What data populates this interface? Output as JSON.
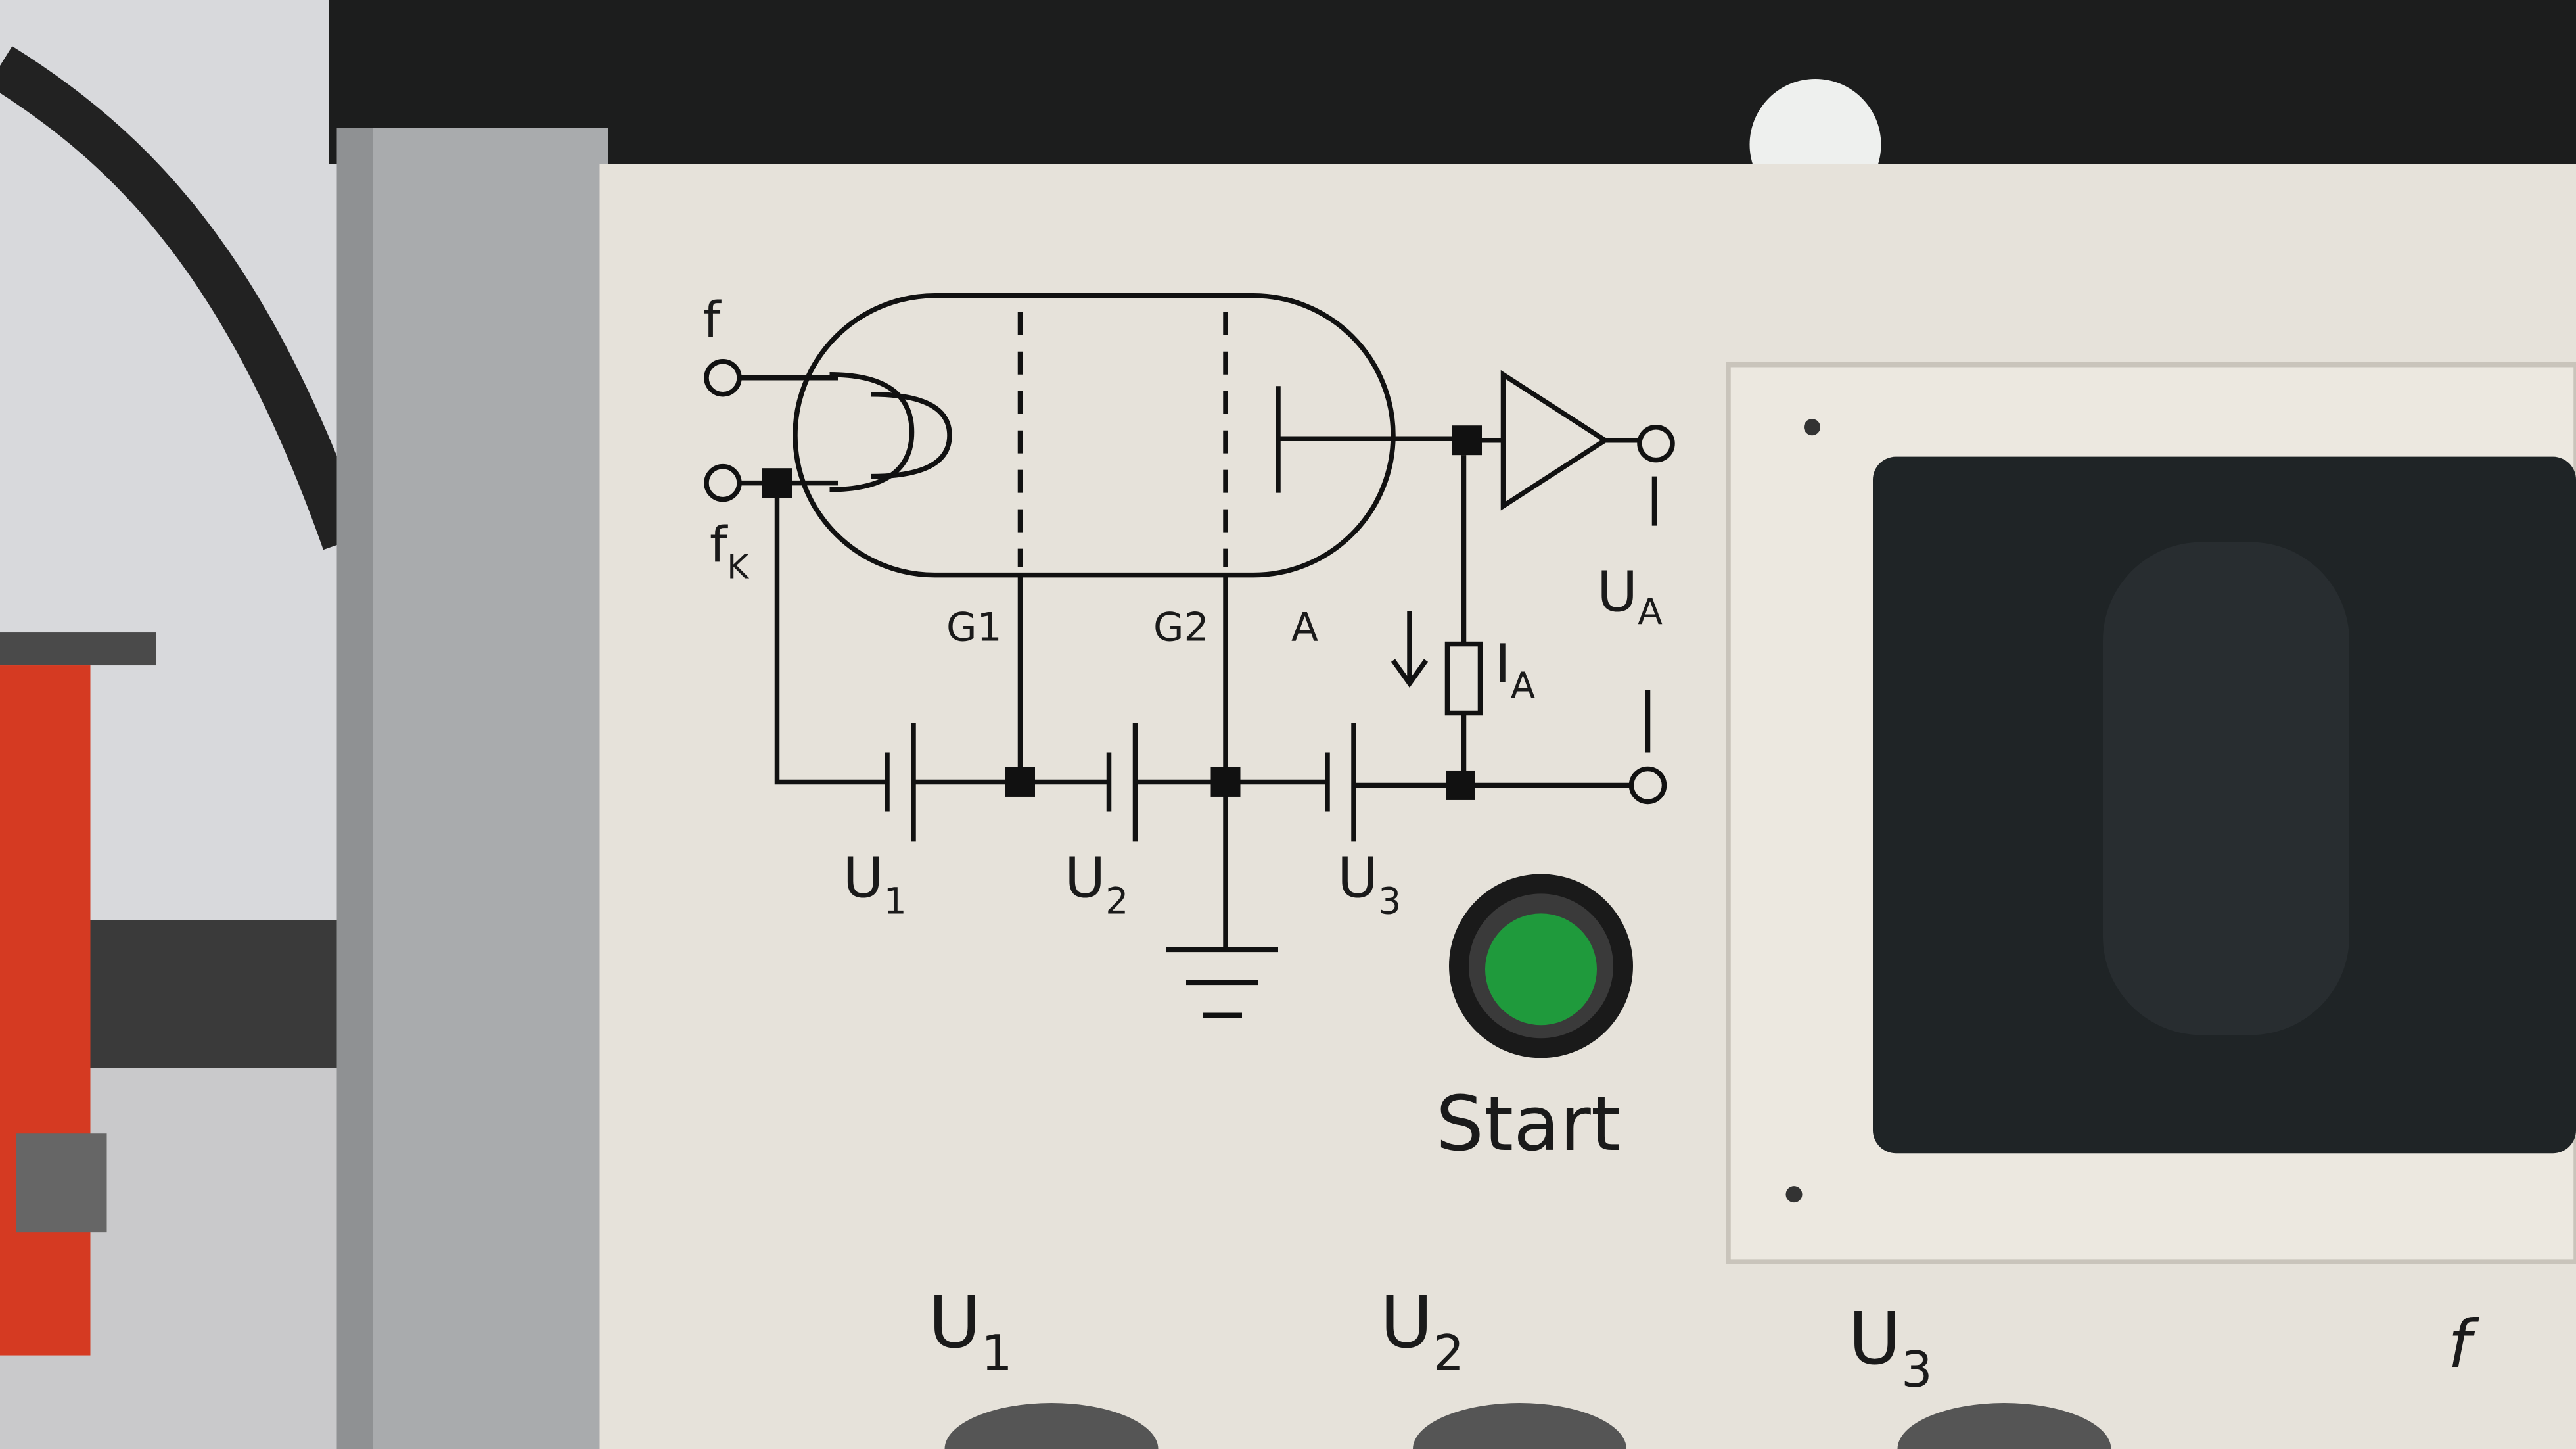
{
  "schematic": {
    "filament_label": "f",
    "cathode_label": "f",
    "cathode_sub": "K",
    "grid1_label": "G1",
    "grid2_label": "G2",
    "anode_label": "A",
    "current_label": "I",
    "current_sub": "A",
    "output_label": "U",
    "output_sub": "A",
    "supply1": {
      "main": "U",
      "sub": "1"
    },
    "supply2": {
      "main": "U",
      "sub": "2"
    },
    "supply3": {
      "main": "U",
      "sub": "3"
    }
  },
  "start_button": {
    "label": "Start",
    "color": "#1f9a3c"
  },
  "knobs": [
    {
      "main": "U",
      "sub": "1"
    },
    {
      "main": "U",
      "sub": "2"
    },
    {
      "main": "U",
      "sub": "3"
    },
    {
      "main": "f",
      "sub": ""
    }
  ]
}
